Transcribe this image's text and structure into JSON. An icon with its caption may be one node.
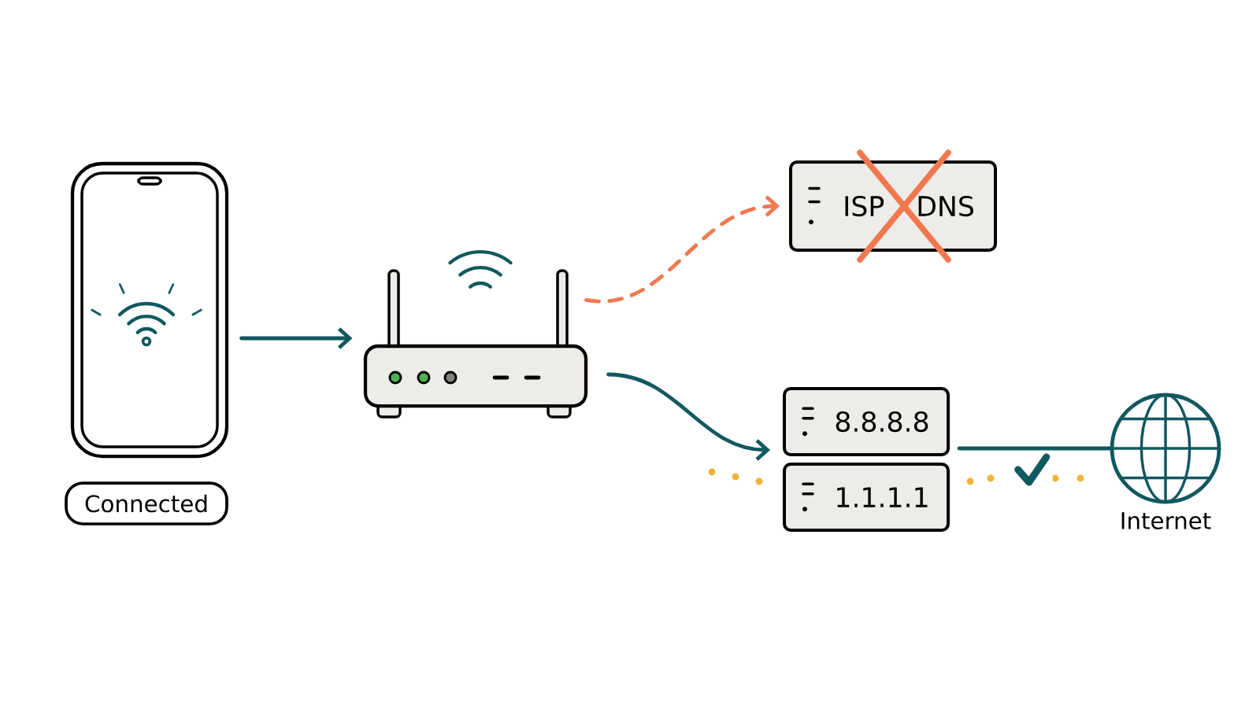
{
  "diagram": {
    "nodes": [
      {
        "text": [],
        "shape": "phone"
      },
      {
        "text": [
          "Connected"
        ]
      },
      {
        "text": [],
        "shape": "router"
      },
      {
        "text": [
          "ISP DNS"
        ]
      },
      {
        "text": [
          "8.8.8.8"
        ]
      },
      {
        "text": [
          "1.1.1.1"
        ]
      },
      {
        "text": [],
        "shape": "globe",
        "beside": [
          "Internet"
        ]
      }
    ],
    "edges": [
      {
        "from": 0,
        "to": 2,
        "arrow": "to"
      },
      {
        "from": 2,
        "to": 3,
        "arrow": "to",
        "style": "dashed",
        "color": "#f0784f"
      },
      {
        "from": 2,
        "to": 4,
        "arrow": "to"
      },
      {
        "from": 4,
        "to": 6,
        "arrow": "none"
      }
    ]
  }
}
